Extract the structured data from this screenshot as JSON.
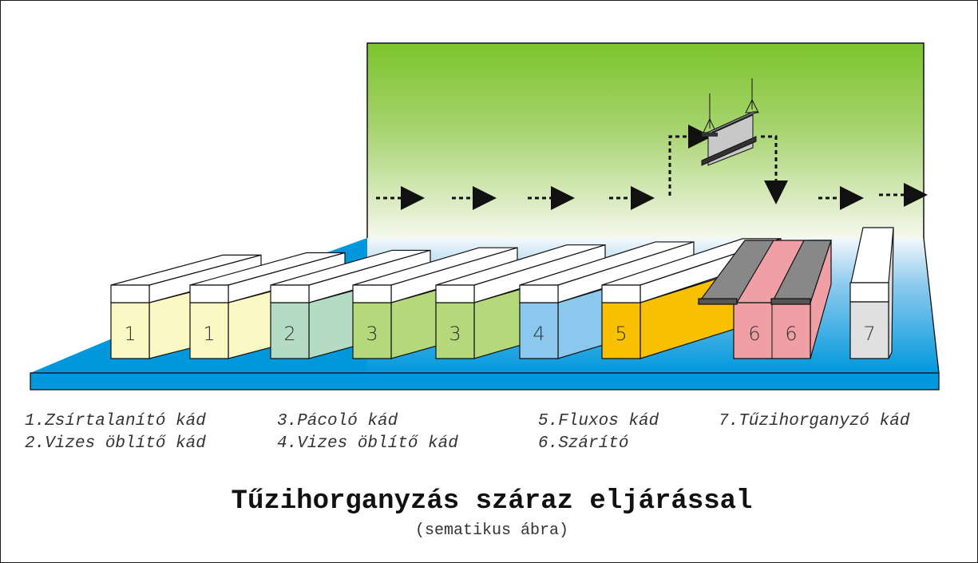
{
  "diagram": {
    "title": "Tűzihorganyzás száraz eljárással",
    "subtitle": "(sematikus ábra)",
    "legend": [
      {
        "text": "1.Zsírtalanító kád"
      },
      {
        "text": "2.Vizes öblítő kád"
      },
      {
        "text": "3.Pácoló kád"
      },
      {
        "text": "4.Vizes öblítő kád"
      },
      {
        "text": "5.Fluxos kád"
      },
      {
        "text": "6.Szárító"
      },
      {
        "text": "7.Tűzihorganyzó kád"
      }
    ],
    "tanks": [
      {
        "label": "1",
        "color": "#fbf8c4"
      },
      {
        "label": "1",
        "color": "#fbf8c4"
      },
      {
        "label": "2",
        "color": "#b4dcc4"
      },
      {
        "label": "3",
        "color": "#b4d87a"
      },
      {
        "label": "3",
        "color": "#b4d87a"
      },
      {
        "label": "4",
        "color": "#8cc8ee"
      },
      {
        "label": "5",
        "color": "#f8c000"
      },
      {
        "label": "6",
        "color": "#f0a0a4"
      },
      {
        "label": "6",
        "color": "#f0a0a4"
      },
      {
        "label": "7",
        "color": "#e0e0e0"
      }
    ],
    "colors": {
      "floor": "#0098dc",
      "backdrop_top": "#7cc42c",
      "backdrop_bottom": "#f4f8ec",
      "dryer_lid": "#888888",
      "beam": "#c8c8c8"
    }
  }
}
